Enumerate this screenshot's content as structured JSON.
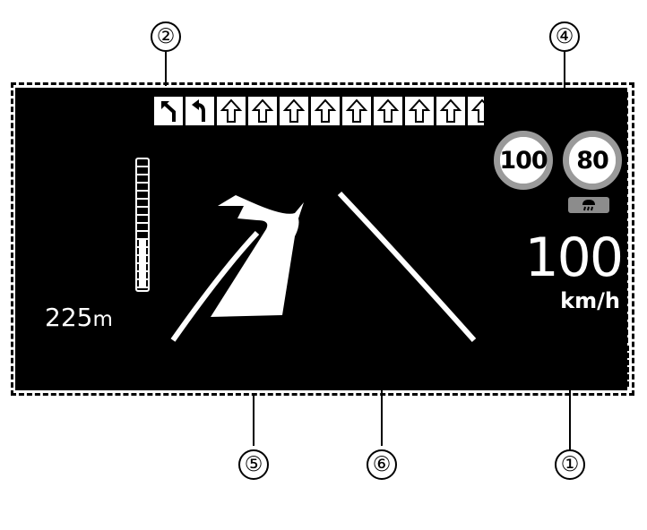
{
  "callouts": {
    "c1": "①",
    "c2": "②",
    "c4": "④",
    "c5": "⑤",
    "c6": "⑥"
  },
  "lane_guidance": [
    "turn-left-arrow-icon",
    "turn-left-arrow-icon",
    "up-arrow-icon",
    "up-arrow-icon",
    "up-arrow-icon",
    "up-arrow-icon",
    "up-arrow-icon",
    "up-arrow-icon",
    "up-arrow-icon",
    "up-arrow-icon",
    "up-arrow-icon"
  ],
  "speed_signs": {
    "sign1": "100",
    "sign2": "80",
    "condition_icon": "rain-icon"
  },
  "speed": {
    "value": "100",
    "unit": "km/h"
  },
  "distance": {
    "value": "225",
    "unit": "m"
  },
  "distance_bar_fill": 0.4,
  "colors": {
    "background": "#000000",
    "foreground": "#ffffff",
    "sign_ring": "#9a9a9a"
  }
}
